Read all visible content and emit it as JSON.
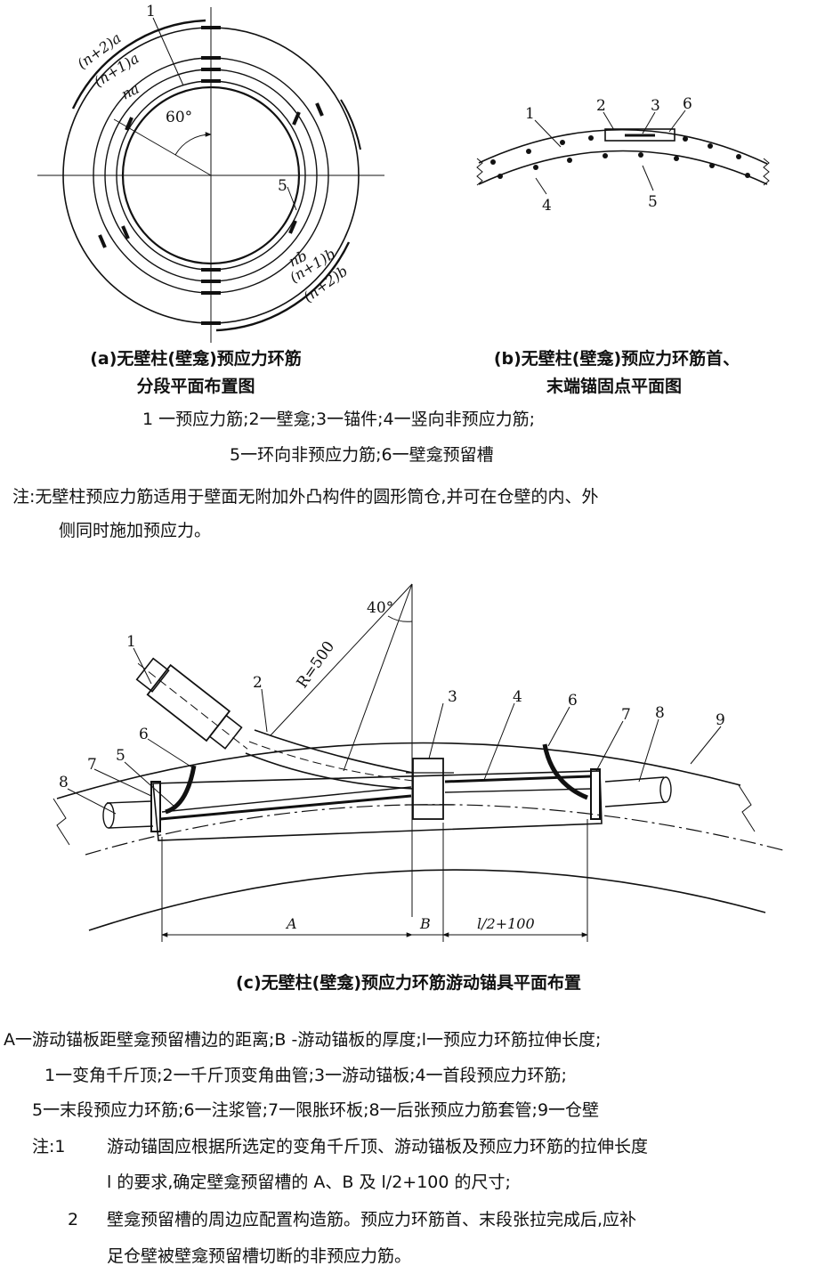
{
  "fig_a": {
    "labels": {
      "l1": "1",
      "l5": "5",
      "angle": "60°",
      "na": "na",
      "n1a": "(n+1)a",
      "n2a": "(n+2)a",
      "nb": "nb",
      "n1b": "(n+1)b",
      "n2b": "(n+2)b"
    },
    "caption_line1": "(a)无壁柱(壁龛)预应力环筋",
    "caption_line2": "分段平面布置图"
  },
  "fig_b": {
    "labels": {
      "l1": "1",
      "l2": "2",
      "l3": "3",
      "l4": "4",
      "l5": "5",
      "l6": "6"
    },
    "caption_line1": "(b)无壁柱(壁龛)预应力环筋首、",
    "caption_line2": "末端锚固点平面图"
  },
  "legend_ab": {
    "line1": "1 一预应力筋;2一壁龛;3一锚件;4一竖向非预应力筋;",
    "line2": "5一环向非预应力筋;6一壁龛预留槽"
  },
  "note_ab": {
    "line1": "注:无壁柱预应力筋适用于壁面无附加外凸构件的圆形筒仓,并可在仓壁的内、外",
    "line2": "侧同时施加预应力。"
  },
  "fig_c": {
    "labels": {
      "angle": "40°",
      "radius": "R=500",
      "l1": "1",
      "l2": "2",
      "l3": "3",
      "l4": "4",
      "l5": "5",
      "l6a": "6",
      "l6b": "6",
      "l7a": "7",
      "l7b": "7",
      "l8a": "8",
      "l8b": "8",
      "l9": "9",
      "dimA": "A",
      "dimB": "B",
      "dimL": "l/2+100"
    },
    "caption": "(c)无壁柱(壁龛)预应力环筋游动锚具平面布置"
  },
  "legend_c": {
    "line1": "A一游动锚板距壁龛预留槽边的距离;B -游动锚板的厚度;l一预应力环筋拉伸长度;",
    "line2": "1一变角千斤顶;2一千斤顶变角曲管;3一游动锚板;4一首段预应力环筋;",
    "line3": "5一末段预应力环筋;6一注浆管;7一限胀环板;8一后张预应力筋套管;9一仓壁"
  },
  "note_c": {
    "n1_num": "注:1",
    "n1_line1": "游动锚固应根据所选定的变角千斤顶、游动锚板及预应力环筋的拉伸长度",
    "n1_line2": "l 的要求,确定壁龛预留槽的 A、B 及 l/2+100 的尺寸;",
    "n2_num": "2",
    "n2_line1": "壁龛预留槽的周边应配置构造筋。预应力环筋首、末段张拉完成后,应补",
    "n2_line2": "足仓壁被壁龛预留槽切断的非预应力筋。"
  }
}
